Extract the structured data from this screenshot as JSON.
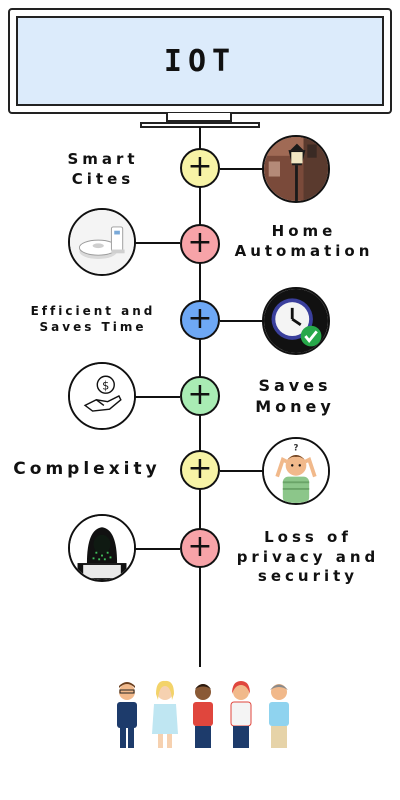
{
  "monitor": {
    "title": "IOT"
  },
  "items": [
    {
      "label_lines": [
        "Smart",
        "Cites"
      ],
      "node_color": "#f7f3a6",
      "icon": "street-lamp-icon"
    },
    {
      "label_lines": [
        "Home",
        "Automation"
      ],
      "node_color": "#f7a3a8",
      "icon": "robot-vacuum-icon"
    },
    {
      "label_lines": [
        "Efficient and",
        "Saves Time"
      ],
      "node_color": "#6ea8f5",
      "icon": "clock-check-icon"
    },
    {
      "label_lines": [
        "Saves",
        "Money"
      ],
      "node_color": "#a9ecb4",
      "icon": "money-hand-icon"
    },
    {
      "label_lines": [
        "Complexity"
      ],
      "node_color": "#f7f3a6",
      "icon": "confused-person-icon"
    },
    {
      "label_lines": [
        "Loss of",
        "privacy and",
        "security"
      ],
      "node_color": "#f7a3a8",
      "icon": "hacker-icon"
    }
  ],
  "node_symbol": "+",
  "footer": {
    "icon": "people-group-icon"
  }
}
